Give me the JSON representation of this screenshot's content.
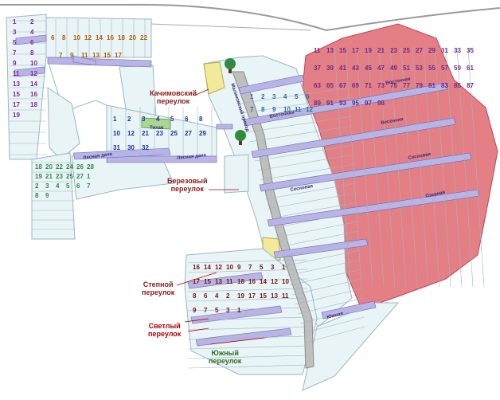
{
  "colors": {
    "background": "#ffffff",
    "plot_fill": "#e9f4f6",
    "plot_border": "#9bb7c0",
    "east_zone": "#e57f86",
    "east_zone_border": "#c0454f",
    "road": "#d8d8d8",
    "road_border": "#8a8a8a",
    "main_road": "#bfbfbf",
    "street_band": "#b9b4e6",
    "tree": "#2e8b3f",
    "yellow_plot": "#f1ea9a",
    "green_plot": "#a9d98e"
  },
  "street_labels": [
    {
      "id": "kachimovsky",
      "text": "Качимовский\nпереулок"
    },
    {
      "id": "berezovy",
      "text": "Березовый\nпереулок"
    },
    {
      "id": "stepnoy",
      "text": "Степной\nпереулок"
    },
    {
      "id": "svetly",
      "text": "Светлый\nпереулок"
    },
    {
      "id": "yuzhny",
      "text": "Южный\nпереулок"
    }
  ],
  "strip_labels": [
    {
      "id": "tikhaya",
      "text": "Тихая"
    },
    {
      "id": "lesnaya-1",
      "text": "Лесная дача"
    },
    {
      "id": "lesnaya-2",
      "text": "Лесная дача"
    },
    {
      "id": "vostochnaya-1",
      "text": "Восточная"
    },
    {
      "id": "vostochnaya-2",
      "text": "Восточная"
    },
    {
      "id": "vesennyaya",
      "text": "Весенняя"
    },
    {
      "id": "sosnovaya-1",
      "text": "Сосновая"
    },
    {
      "id": "sosnovaya-2",
      "text": "Сосновая"
    },
    {
      "id": "ozernaya",
      "text": "Озерная"
    },
    {
      "id": "yuzhnaya",
      "text": "Южная"
    },
    {
      "id": "main-road",
      "text": "Малиновский проезд"
    }
  ],
  "lot_numbers": {
    "nw_top": [
      "6",
      "8",
      "10",
      "12",
      "14",
      "16",
      "18",
      "20",
      "22"
    ],
    "nw_second": [
      "7",
      "9",
      "11",
      "13",
      "15",
      "17"
    ],
    "nw_left": [
      "1",
      "2",
      "3",
      "4",
      "5",
      "6",
      "7",
      "8",
      "9",
      "10",
      "11",
      "12",
      "13",
      "14",
      "15",
      "16",
      "17",
      "18",
      "19"
    ],
    "west_bottom": [
      "18",
      "20",
      "22",
      "24",
      "26",
      "28",
      "19",
      "21",
      "23",
      "25",
      "27",
      "1",
      "2",
      "3",
      "4",
      "5",
      "6",
      "7",
      "8",
      "9"
    ],
    "centre_left": [
      "1",
      "2",
      "3",
      "4",
      "5",
      "6",
      "8",
      "10",
      "12",
      "21",
      "23",
      "25",
      "27",
      "29",
      "31",
      "30",
      "32"
    ],
    "central": [
      "1",
      "2",
      "3",
      "4",
      "5",
      "6",
      "7",
      "8",
      "9",
      "10",
      "11",
      "12"
    ],
    "south": [
      "16",
      "14",
      "12",
      "10",
      "9",
      "7",
      "5",
      "3",
      "1",
      "17",
      "15",
      "13",
      "11",
      "18",
      "16",
      "14",
      "12",
      "10",
      "8",
      "6",
      "4",
      "2",
      "19",
      "17",
      "15",
      "13",
      "11",
      "9",
      "7",
      "5",
      "3",
      "1"
    ],
    "east": [
      "11",
      "13",
      "15",
      "17",
      "19",
      "21",
      "23",
      "25",
      "27",
      "29",
      "31",
      "33",
      "35",
      "37",
      "39",
      "41",
      "43",
      "45",
      "47",
      "49",
      "51",
      "53",
      "55",
      "57",
      "59",
      "61",
      "63",
      "65",
      "67",
      "69",
      "71",
      "73",
      "75",
      "77",
      "79",
      "81",
      "83",
      "85",
      "87",
      "89",
      "91",
      "93",
      "95",
      "97",
      "98"
    ]
  }
}
